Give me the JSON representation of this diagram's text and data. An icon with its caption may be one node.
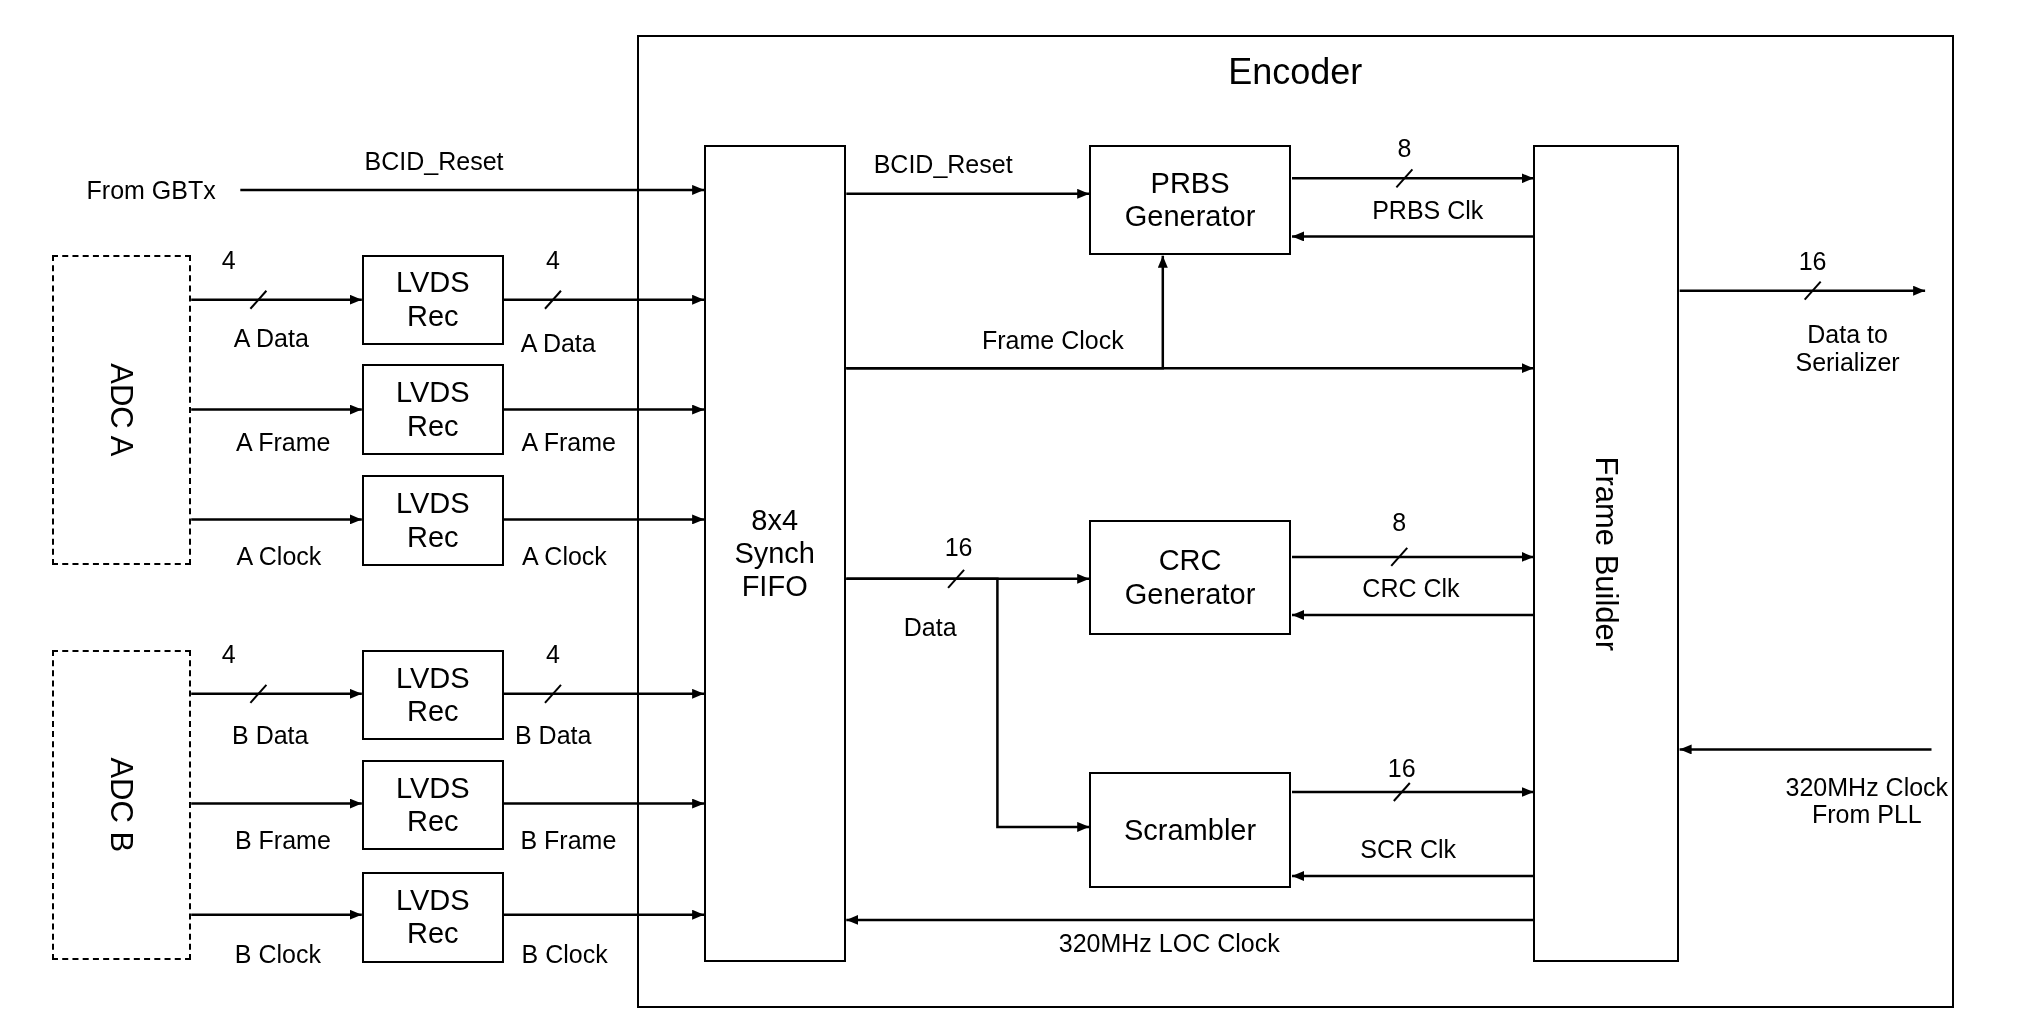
{
  "diagram": {
    "nodes": [
      {
        "text": [
          "Encoder"
        ]
      },
      {
        "text": [
          "8x4 Synch FIFO"
        ],
        "in": 0
      },
      {
        "text": [
          "PRBS Generator"
        ],
        "in": 0
      },
      {
        "text": [
          "CRC Generator"
        ],
        "in": 0
      },
      {
        "text": [
          "Scrambler"
        ],
        "in": 0
      },
      {
        "text": [
          "Frame Builder"
        ],
        "in": 0
      },
      {
        "text": [
          "ADC A"
        ]
      },
      {
        "text": [
          "ADC B"
        ]
      },
      {
        "text": [
          "LVDS Rec"
        ]
      },
      {
        "text": [
          "LVDS Rec"
        ]
      },
      {
        "text": [
          "LVDS Rec"
        ]
      },
      {
        "text": [
          "LVDS Rec"
        ]
      },
      {
        "text": [
          "LVDS Rec"
        ]
      },
      {
        "text": [
          "LVDS Rec"
        ]
      },
      {
        "text": [
          "From GBTx"
        ]
      }
    ],
    "edges": [
      {
        "from": 14,
        "to": 1,
        "arrow": "to",
        "label": "BCID_Reset"
      },
      {
        "from": 6,
        "to": 8,
        "arrow": "to",
        "label": "A Data"
      },
      {
        "from": 8,
        "to": 1,
        "arrow": "to",
        "label": "A Data"
      },
      {
        "from": 6,
        "to": 9,
        "arrow": "to",
        "label": "A Frame"
      },
      {
        "from": 9,
        "to": 1,
        "arrow": "to",
        "label": "A Frame"
      },
      {
        "from": 6,
        "to": 10,
        "arrow": "to",
        "label": "A Clock"
      },
      {
        "from": 10,
        "to": 1,
        "arrow": "to",
        "label": "A Clock"
      },
      {
        "from": 7,
        "to": 11,
        "arrow": "to",
        "label": "B Data"
      },
      {
        "from": 11,
        "to": 1,
        "arrow": "to",
        "label": "B Data"
      },
      {
        "from": 7,
        "to": 12,
        "arrow": "to",
        "label": "B Frame"
      },
      {
        "from": 12,
        "to": 1,
        "arrow": "to",
        "label": "B Frame"
      },
      {
        "from": 7,
        "to": 13,
        "arrow": "to",
        "label": "B Clock"
      },
      {
        "from": 13,
        "to": 1,
        "arrow": "to",
        "label": "B Clock"
      },
      {
        "from": 1,
        "to": 2,
        "arrow": "to",
        "label": "BCID_Reset"
      },
      {
        "from": 2,
        "to": 5,
        "arrow": "to"
      },
      {
        "from": 5,
        "to": 2,
        "arrow": "to",
        "label": "PRBS Clk"
      },
      {
        "from": 1,
        "to": 5,
        "arrow": "to",
        "label": "Frame Clock"
      },
      {
        "from": 1,
        "to": 2,
        "arrow": "to"
      },
      {
        "from": 1,
        "to": 3,
        "arrow": "to",
        "label": "Data"
      },
      {
        "from": 1,
        "to": 4,
        "arrow": "to"
      },
      {
        "from": 3,
        "to": 5,
        "arrow": "to"
      },
      {
        "from": 5,
        "to": 3,
        "arrow": "to",
        "label": "CRC Clk"
      },
      {
        "from": 4,
        "to": 5,
        "arrow": "to"
      },
      {
        "from": 5,
        "to": 4,
        "arrow": "to",
        "label": "SCR Clk"
      },
      {
        "from": 5,
        "to": 1,
        "arrow": "to",
        "label": "320MHz LOC Clock"
      },
      {
        "from": 5,
        "to": null,
        "arrow": "to",
        "label": "Data to Serializer"
      },
      {
        "from": null,
        "to": 5,
        "arrow": "to",
        "label": "320MHz Clock From PLL"
      }
    ],
    "labels": [
      "4",
      "4",
      "4",
      "4",
      "8",
      "16",
      "8",
      "16",
      "16"
    ]
  }
}
